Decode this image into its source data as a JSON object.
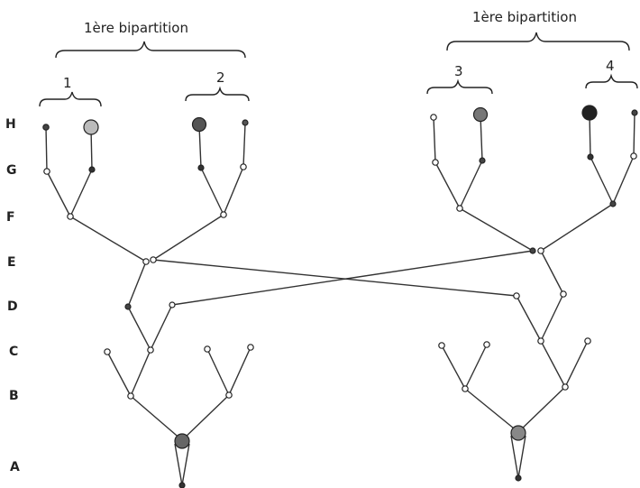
{
  "row_labels": [
    "H",
    "G",
    "F",
    "E",
    "D",
    "C",
    "B",
    "A"
  ],
  "brace_labels": {
    "top_left": "1ère bipartition",
    "top_right": "1ère bipartition",
    "b1": "1",
    "b2": "2",
    "b3": "3",
    "b4": "4"
  },
  "colors": {
    "ink": "#222222",
    "node_dark": "#333333",
    "node_light": "#ffffff",
    "node_stippled": "#999999"
  }
}
